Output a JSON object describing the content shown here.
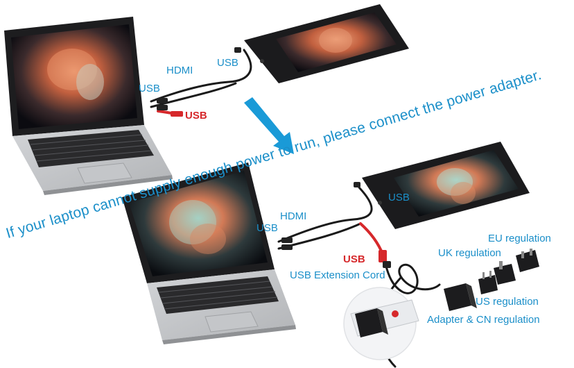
{
  "notice": "If your laptop cannot supply enough power to run, please connect the power adapter.",
  "labels": {
    "top_hdmi": "HDMI",
    "top_usb_laptop": "USB",
    "top_usb_tablet": "USB",
    "top_usb_red": "USB",
    "bottom_hdmi": "HDMI",
    "bottom_usb_laptop": "USB",
    "bottom_usb_tablet": "USB",
    "bottom_usb_red": "USB",
    "extension_cord": "USB Extension Cord",
    "eu_regulation": "EU regulation",
    "uk_regulation": "UK regulation",
    "us_regulation": "US regulation",
    "adapter_cn": "Adapter & CN regulation"
  },
  "colors": {
    "label_blue": "#1b8fc9",
    "label_red": "#d6282b",
    "arrow_blue": "#1a9ad7",
    "device_dark": "#1c1c1e",
    "laptop_silver": "#c9cbce"
  },
  "icons": [
    "laptop-illustration",
    "pen-display-tablet",
    "down-arrow",
    "power-adapter",
    "plug-heads"
  ]
}
